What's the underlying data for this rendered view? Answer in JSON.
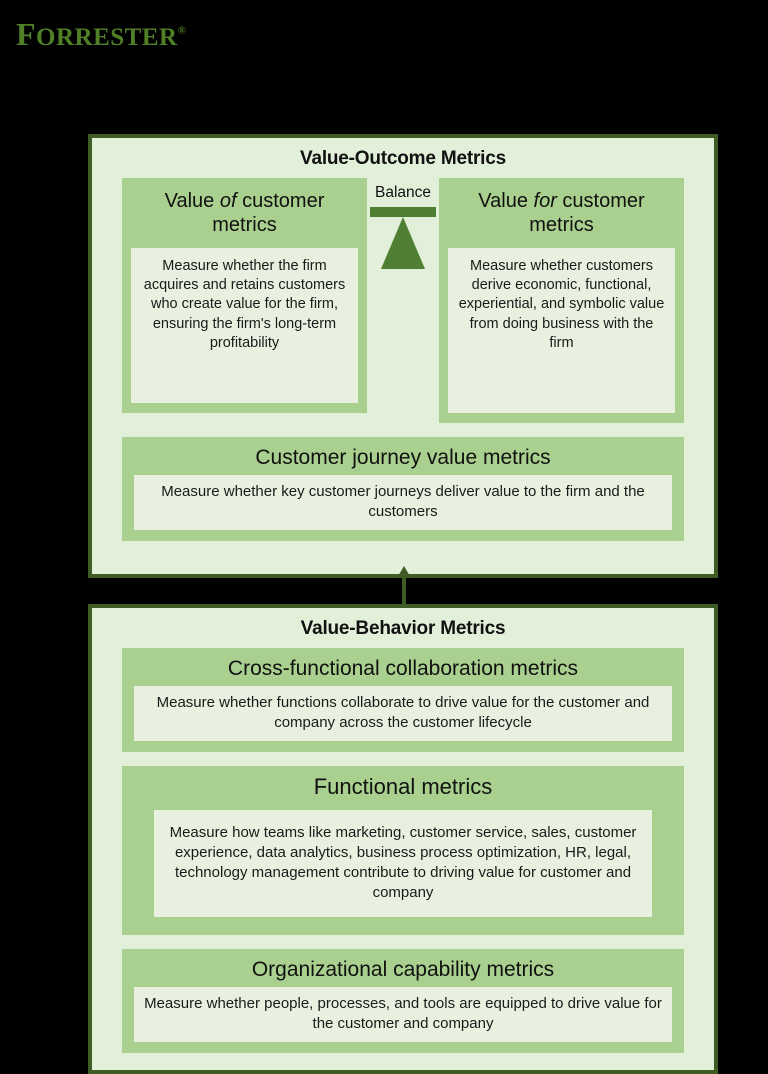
{
  "logo": {
    "name": "FORRESTER",
    "first_letter": "F",
    "rest": "ORRESTER",
    "registered_mark": "®",
    "color": "#4f8026"
  },
  "colors": {
    "background": "#000000",
    "panel_fill": "#e2efd9",
    "panel_border": "#3e5c24",
    "section_fill": "#a9d08e",
    "description_fill": "#e8f1df",
    "accent_dark_green": "#4f7f33",
    "text": "#111111"
  },
  "outcome_panel": {
    "title": "Value-Outcome Metrics",
    "left_column": {
      "heading_pre": "Value ",
      "heading_em": "of",
      "heading_post": " customer metrics",
      "description": "Measure whether the firm acquires and retains customers who create value for the firm, ensuring the firm's long-term profitability"
    },
    "balance": {
      "label": "Balance",
      "icon": "balance-scale-icon"
    },
    "right_column": {
      "heading_pre": "Value ",
      "heading_em": "for",
      "heading_post": " customer metrics",
      "description": "Measure whether customers derive economic, functional, experiential, and symbolic value from doing business with the firm"
    },
    "journey": {
      "title": "Customer journey value metrics",
      "description": "Measure whether key customer journeys deliver value to the firm and the customers"
    }
  },
  "connector": {
    "icon": "up-arrow-icon",
    "direction": "up"
  },
  "behavior_panel": {
    "title": "Value-Behavior Metrics",
    "sections": [
      {
        "title": "Cross-functional collaboration metrics",
        "description": "Measure whether functions collaborate to drive value for the customer and company across the customer lifecycle"
      },
      {
        "title": "Functional metrics",
        "description": "Measure how teams like marketing, customer service, sales, customer experience, data analytics, business process optimization, HR, legal, technology management contribute to driving value for customer and company"
      },
      {
        "title": "Organizational capability metrics",
        "description": "Measure whether people, processes, and tools are equipped to drive value for the customer and company"
      }
    ]
  }
}
